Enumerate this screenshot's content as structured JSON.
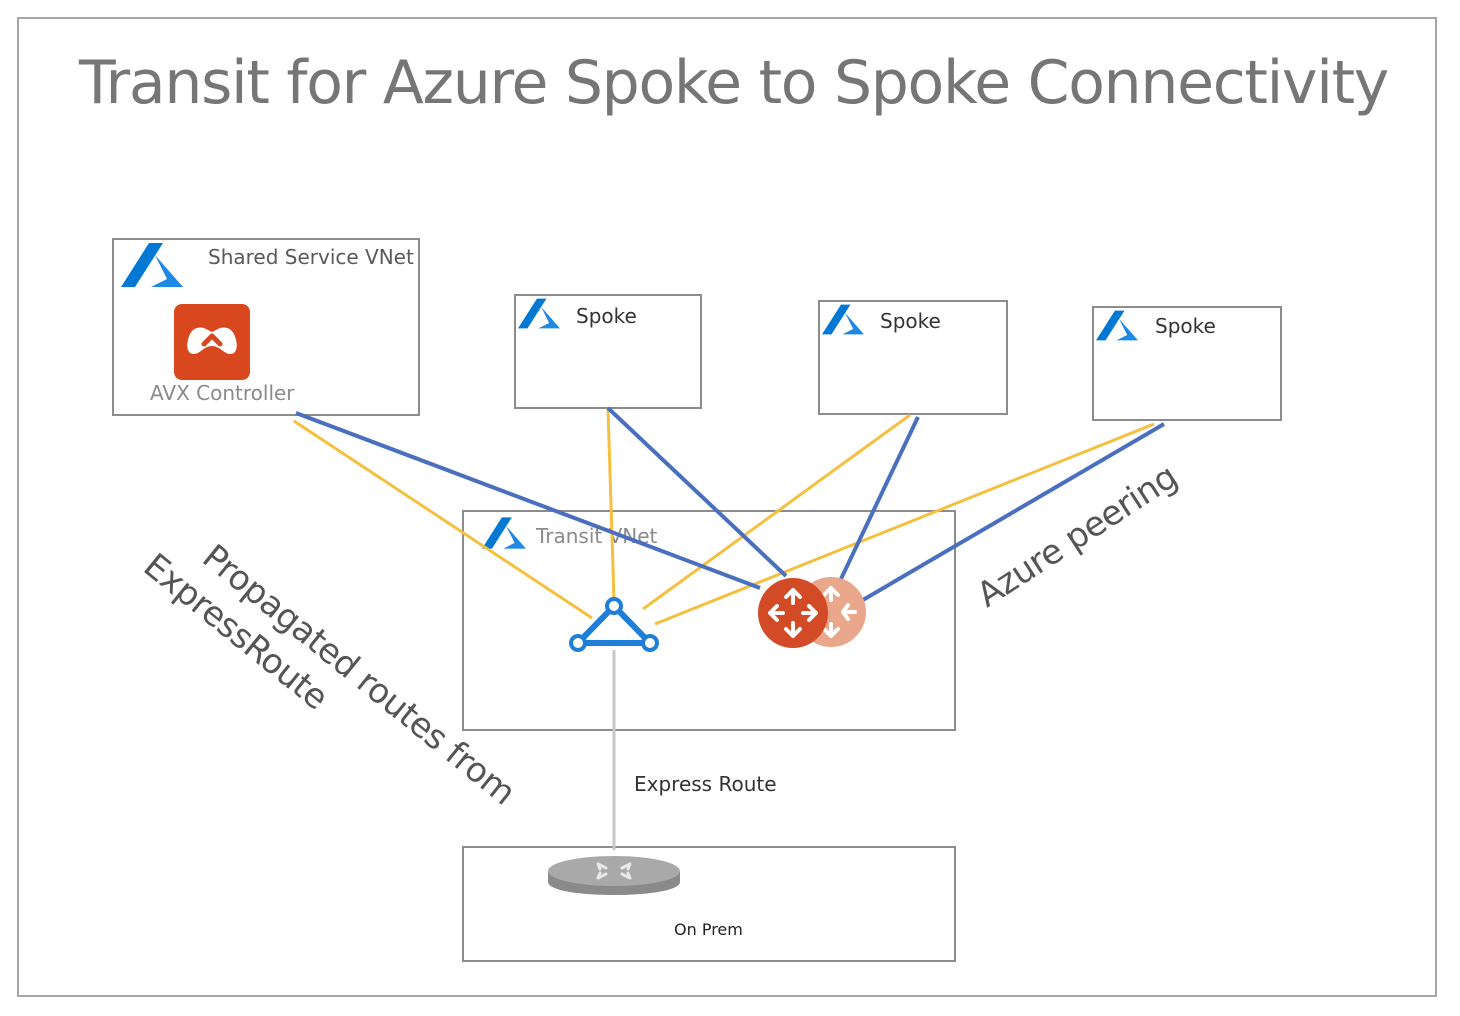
{
  "title": "Transit for Azure Spoke to Spoke Connectivity",
  "shared_service": {
    "label": "Shared Service VNet",
    "controller_label": "AVX Controller"
  },
  "spokes": [
    {
      "label": "Spoke"
    },
    {
      "label": "Spoke"
    },
    {
      "label": "Spoke"
    }
  ],
  "transit": {
    "label": "Transit VNet"
  },
  "express_route_label": "Express Route",
  "on_prem_label": "On Prem",
  "annotations": {
    "propagated_line1": "Propagated routes from",
    "propagated_line2": "ExpressRoute",
    "azure_peering": "Azure peering"
  },
  "colors": {
    "azure_blue": "#0078d4",
    "orange_line": "#f4c03e",
    "blue_line": "#4a6fbe",
    "router_red": "#d24a26",
    "router_faded": "#e9a78c",
    "gateway_blue": "#1f7fd8",
    "title_gray": "#767676"
  },
  "icons": {
    "azure": "azure-logo-icon",
    "controller": "aviatrix-controller-icon",
    "gateway": "vnet-gateway-icon",
    "router": "router-icon",
    "onprem_router": "onprem-router-icon"
  }
}
